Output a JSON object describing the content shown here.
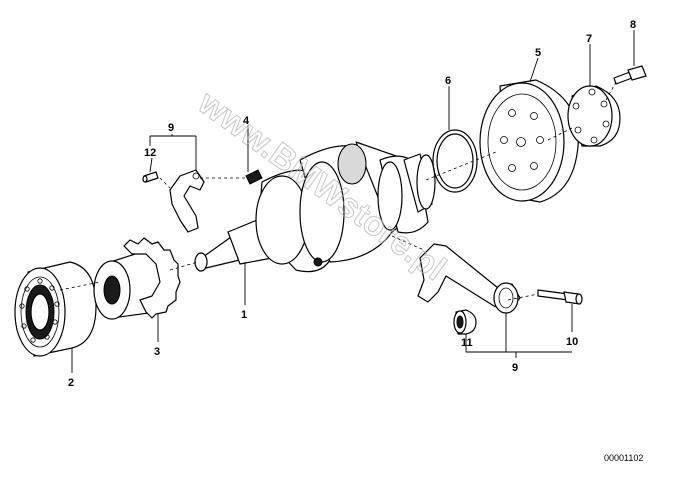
{
  "watermark": "www.BMWstore.pl",
  "drawing_code": "00001102",
  "callouts": {
    "c1": "1",
    "c2": "2",
    "c3": "3",
    "c4": "4",
    "c5": "5",
    "c6": "6",
    "c7": "7",
    "c8": "8",
    "c9_top": "9",
    "c9_bottom": "9",
    "c10": "10",
    "c11": "11",
    "c12": "12"
  }
}
